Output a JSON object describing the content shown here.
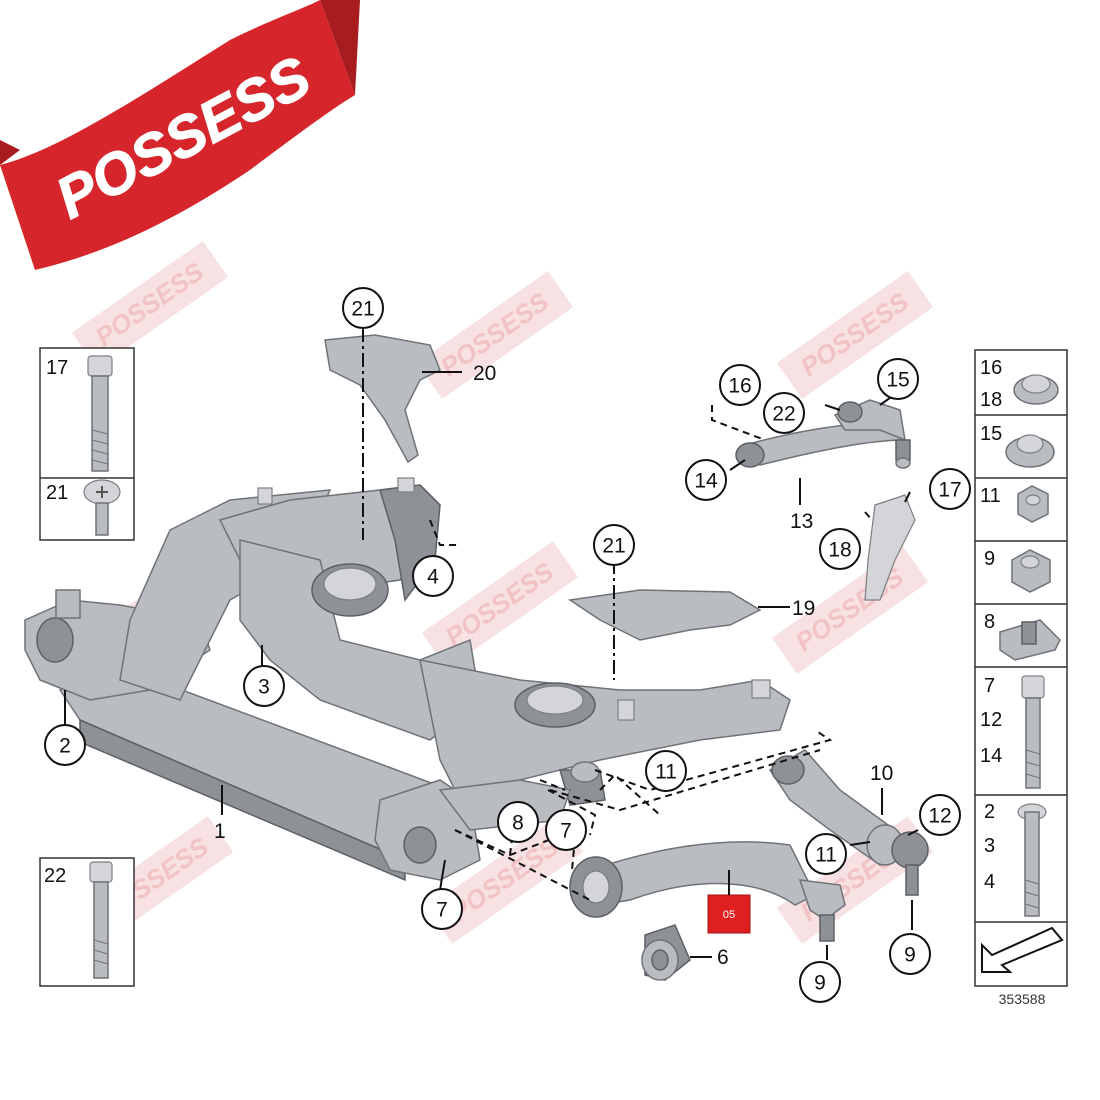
{
  "brand": {
    "name": "POSSESS",
    "color": "#d7262b"
  },
  "watermark_text": "POSSESS",
  "callouts": {
    "c21a": "21",
    "c20": "20",
    "c4": "4",
    "c3": "3",
    "c2": "2",
    "c1": "1",
    "c21b": "21",
    "c19": "19",
    "c16": "16",
    "c22": "22",
    "c15": "15",
    "c14": "14",
    "c13": "13",
    "c17": "17",
    "c18": "18",
    "c11a": "11",
    "c8": "8",
    "c7a": "7",
    "c7b": "7",
    "c10": "10",
    "c12": "12",
    "c11b": "11",
    "c9a": "9",
    "c9b": "9",
    "c6": "6"
  },
  "red_tag": "05",
  "left_panel": {
    "row1": "17",
    "row2": "21",
    "row3": "22"
  },
  "right_panel": {
    "r1a": "16",
    "r1b": "18",
    "r2": "15",
    "r3": "11",
    "r4": "9",
    "r5": "8",
    "r6a": "7",
    "r6b": "12",
    "r6c": "14",
    "r7a": "2",
    "r7b": "3",
    "r7c": "4"
  },
  "diagram_number": "353588",
  "colors": {
    "metal": "#b9bcc0",
    "metal_dark": "#8e9297",
    "watermark": "#e89a9c"
  }
}
